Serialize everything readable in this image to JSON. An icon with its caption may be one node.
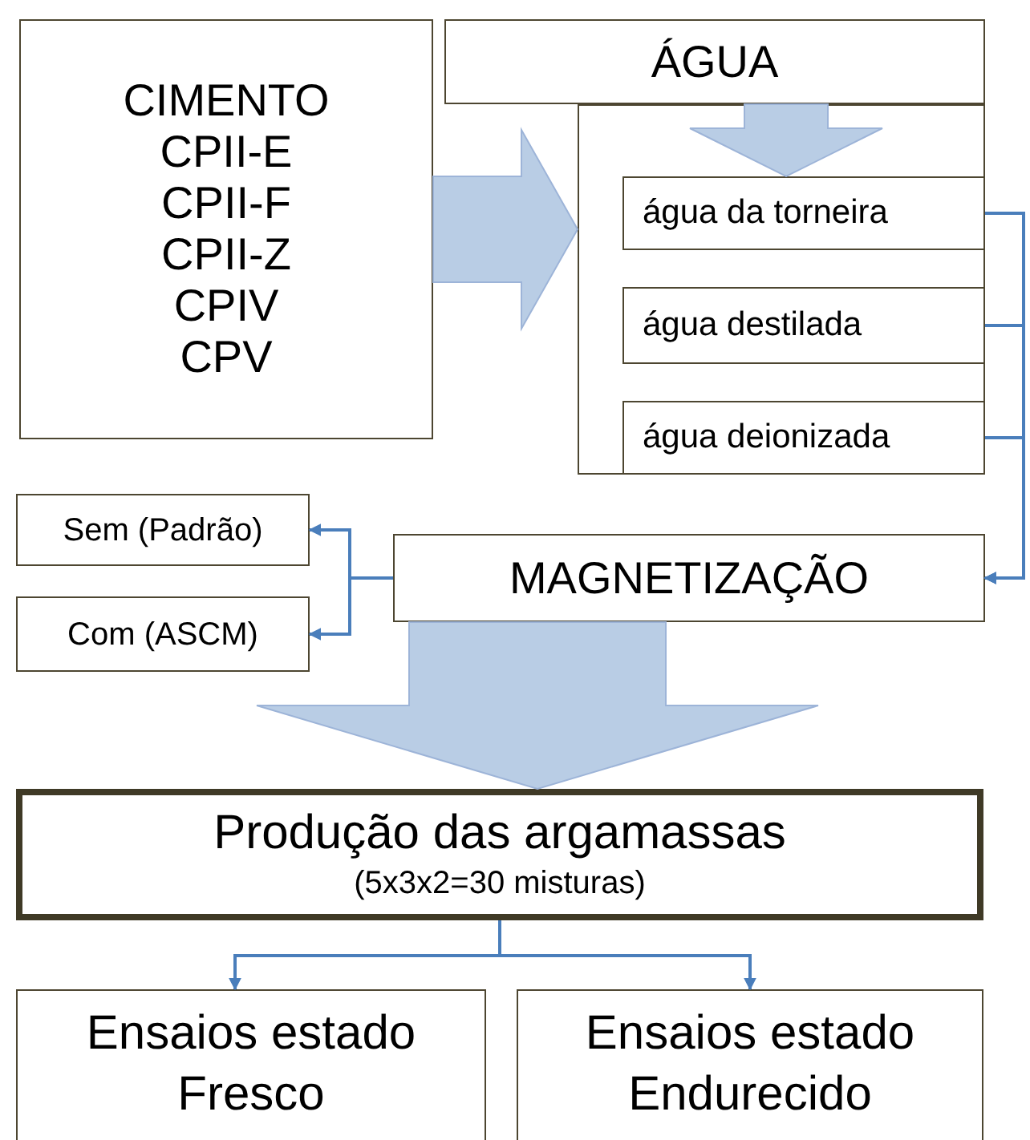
{
  "diagram": {
    "nodes": [
      {
        "text": [
          "CIMENTO",
          "CPII-E",
          "CPII-F",
          "CPII-Z",
          "CPIV",
          "CPV"
        ]
      },
      {
        "text": [
          "ÁGUA"
        ]
      },
      {
        "text": [],
        "shape": "box"
      },
      {
        "text": [
          "água da torneira"
        ],
        "in": 2
      },
      {
        "text": [
          "água destilada"
        ],
        "in": 2
      },
      {
        "text": [
          "água deionizada"
        ],
        "in": 2
      },
      {
        "text": [
          "MAGNETIZAÇÃO"
        ]
      },
      {
        "text": [
          "Sem (Padrão)"
        ]
      },
      {
        "text": [
          "Com (ASCM)"
        ]
      },
      {
        "text": [
          "Produção das argamassas",
          "(5x3x2=30 misturas)"
        ]
      },
      {
        "text": [
          "Ensaios estado Fresco"
        ]
      },
      {
        "text": [
          "Ensaios estado Endurecido"
        ]
      }
    ],
    "edges": [
      {
        "from": 0,
        "to": 2,
        "arrow": "to",
        "style": "thick",
        "color": "#b9cde5"
      },
      {
        "from": 1,
        "to": 3,
        "arrow": "to",
        "style": "thick",
        "color": "#b9cde5"
      },
      {
        "from": 3,
        "to": 6,
        "arrow": "to"
      },
      {
        "from": 4,
        "to": 6,
        "arrow": "to"
      },
      {
        "from": 5,
        "to": 6,
        "arrow": "to"
      },
      {
        "from": 6,
        "to": 7,
        "arrow": "to"
      },
      {
        "from": 6,
        "to": 8,
        "arrow": "to"
      },
      {
        "from": 6,
        "to": 9,
        "arrow": "to",
        "style": "thick",
        "color": "#b9cde5"
      },
      {
        "from": 9,
        "to": 10,
        "arrow": "to"
      },
      {
        "from": 9,
        "to": 11,
        "arrow": "to"
      }
    ]
  }
}
